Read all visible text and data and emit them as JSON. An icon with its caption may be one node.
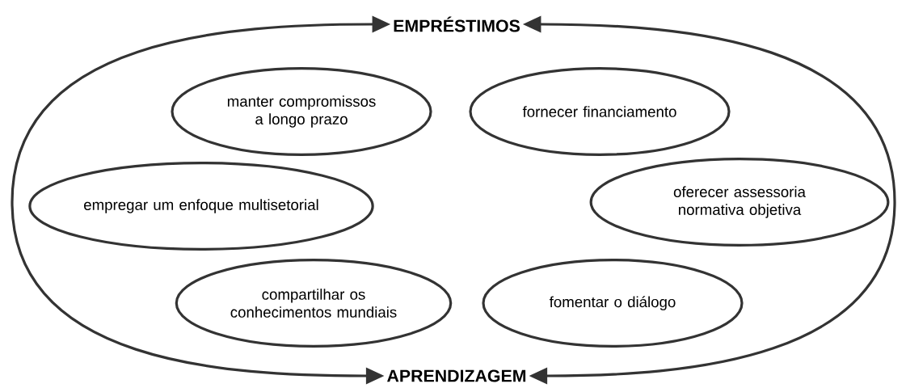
{
  "diagram": {
    "nodes": [
      {
        "text": [
          "EMPRÉSTIMOS"
        ]
      },
      {
        "text": [
          "manter compromissos a longo prazo"
        ]
      },
      {
        "text": [
          "fornecer financiamento"
        ]
      },
      {
        "text": [
          "empregar um enfoque multisetorial"
        ]
      },
      {
        "text": [
          "oferecer assessoria normativa objetiva"
        ]
      },
      {
        "text": [
          "compartilhar os conhecimentos mundiais"
        ]
      },
      {
        "text": [
          "fomentar o diálogo"
        ]
      },
      {
        "text": [
          "APRENDIZAGEM"
        ]
      }
    ],
    "edges": [
      {
        "from": 7,
        "to": 0,
        "arrow": "both"
      },
      {
        "from": 0,
        "to": 7,
        "arrow": "both"
      }
    ]
  }
}
